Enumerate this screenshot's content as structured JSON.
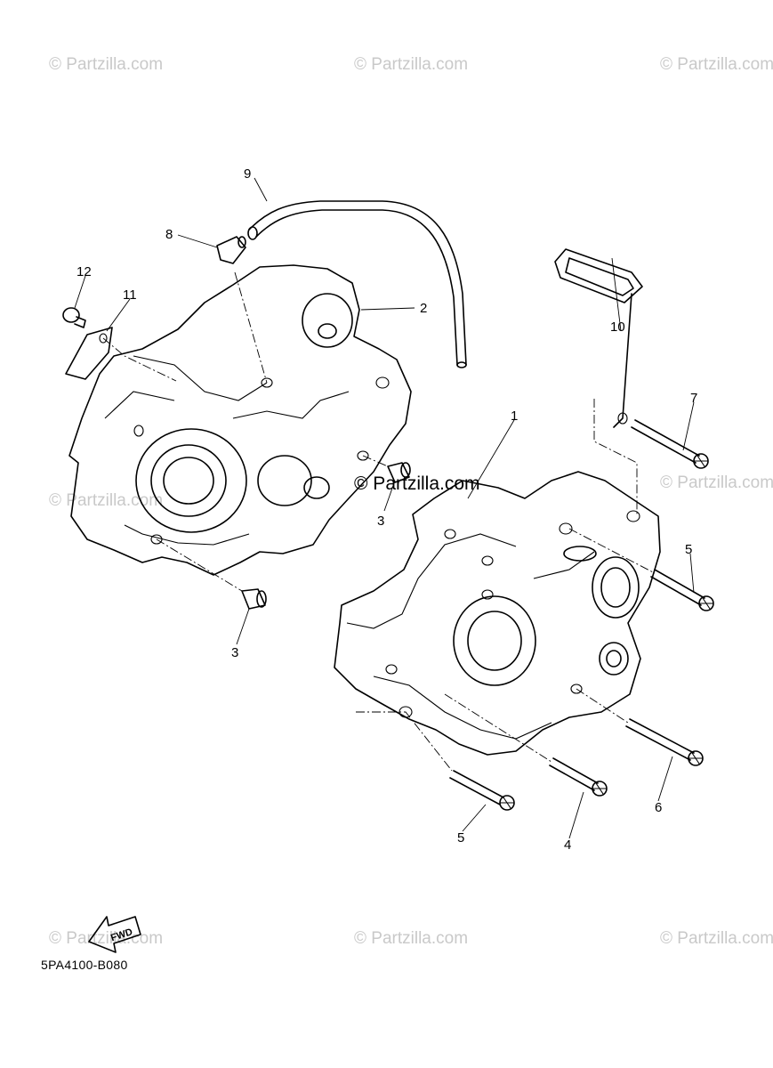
{
  "watermarks": {
    "text": "© Partzilla.com",
    "center_text": "© Partzilla.com"
  },
  "callouts": [
    "1",
    "2",
    "3",
    "3",
    "4",
    "5",
    "5",
    "6",
    "7",
    "8",
    "9",
    "10",
    "11",
    "12"
  ],
  "fwd_label": "FWD",
  "diagram_code": "5PA4100-B080"
}
